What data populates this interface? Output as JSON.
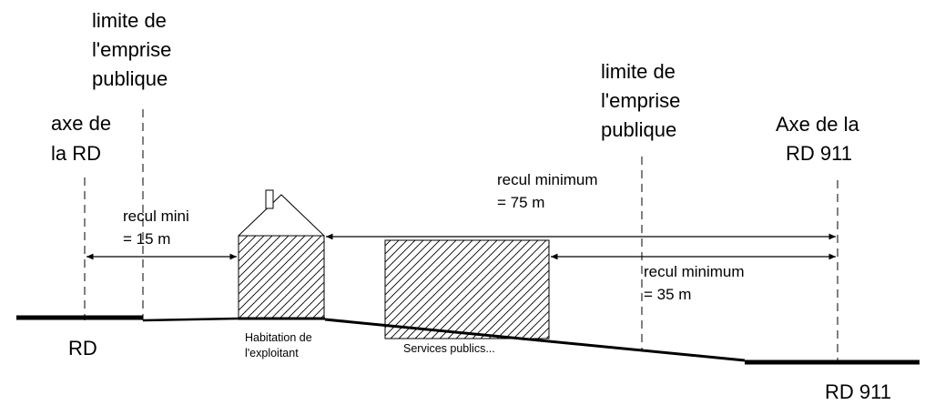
{
  "labels": {
    "limite_left": [
      "limite de",
      "l'emprise",
      "publique"
    ],
    "axe_rd": [
      "axe de",
      "la RD"
    ],
    "limite_right": [
      "limite de",
      "l'emprise",
      "publique"
    ],
    "axe_rd911": [
      "Axe de la",
      "RD 911"
    ],
    "recul_mini_15": [
      "recul mini",
      "= 15 m"
    ],
    "recul_min_75": [
      "recul minimum",
      "= 75 m"
    ],
    "recul_min_35": [
      "recul minimum",
      "= 35 m"
    ],
    "habitation": [
      "Habitation de",
      "l'exploitant"
    ],
    "services": "Services publics...",
    "rd": "RD",
    "rd911": "RD 911"
  },
  "colors": {
    "line": "#000000",
    "background": "#ffffff"
  }
}
